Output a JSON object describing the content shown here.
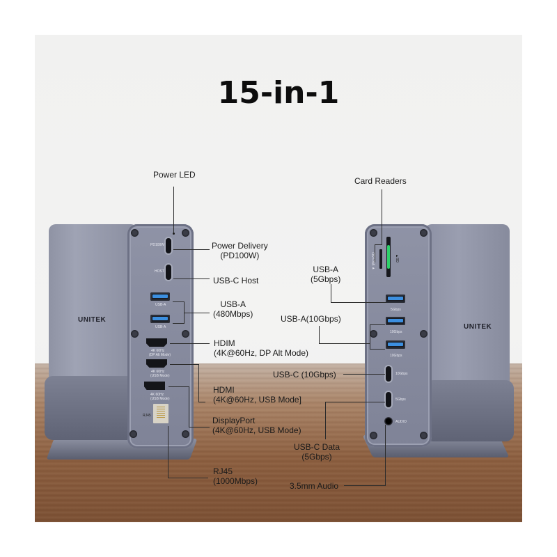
{
  "title": "15-in-1",
  "brand": "UNITEK",
  "left_device": {
    "callouts": [
      {
        "id": "power-led",
        "lines": [
          "Power LED"
        ]
      },
      {
        "id": "power-delivery",
        "lines": [
          "Power Delivery",
          "(PD100W)"
        ]
      },
      {
        "id": "usb-c-host",
        "lines": [
          "USB-C Host"
        ]
      },
      {
        "id": "usb-a-480",
        "lines": [
          "USB-A",
          "(480Mbps)"
        ]
      },
      {
        "id": "hdmi-dp-alt",
        "lines": [
          "HDIM",
          "(4K@60Hz, DP Alt Mode)"
        ]
      },
      {
        "id": "hdmi-usb",
        "lines": [
          "HDMI",
          "(4K@60Hz, USB Mode]"
        ]
      },
      {
        "id": "displayport",
        "lines": [
          "DisplayPort",
          "(4K@60Hz, USB Mode)"
        ]
      },
      {
        "id": "rj45",
        "lines": [
          "RJ45",
          "(1000Mbps)"
        ]
      }
    ],
    "port_labels": {
      "pd": "PD100W",
      "host": "HOST",
      "usba1": "USB-A",
      "usba2": "USB-A",
      "hdmi1": "4K 60Hz",
      "hdmi1_sub": "(DP Alt Mode)",
      "hdmi2": "4K 60Hz",
      "hdmi2_sub": "(USB Mode)",
      "dp": "4K 60Hz",
      "dp_sub": "(USB Mode)",
      "rj45": "RJ45"
    }
  },
  "right_device": {
    "callouts": [
      {
        "id": "card-readers",
        "lines": [
          "Card Readers"
        ]
      },
      {
        "id": "usb-a-5g",
        "lines": [
          "USB-A",
          "(5Gbps)"
        ]
      },
      {
        "id": "usb-a-10g",
        "lines": [
          "USB-A(10Gbps)"
        ]
      },
      {
        "id": "usb-c-10g",
        "lines": [
          "USB-C (10Gbps)"
        ]
      },
      {
        "id": "usb-c-data",
        "lines": [
          "USB-C Data",
          "(5Gbps)"
        ]
      },
      {
        "id": "audio",
        "lines": [
          "3.5mm Audio"
        ]
      }
    ],
    "port_labels": {
      "microsd": "▼ MicroSD",
      "sd": "▲SD",
      "usba1": "5Gbps",
      "usba2": "10Gbps",
      "usba3": "10Gbps",
      "usbc1": "10Gbps",
      "usbc2": "5Gbps",
      "audio": "AUDIO"
    }
  },
  "colors": {
    "background": "#f2f2f1",
    "table": "#8b5e3f",
    "device": "#8f93a6",
    "usb_a_blue": "#3c8fe0",
    "sd_led_green": "#2ed16a",
    "text": "#1a1a1a"
  }
}
